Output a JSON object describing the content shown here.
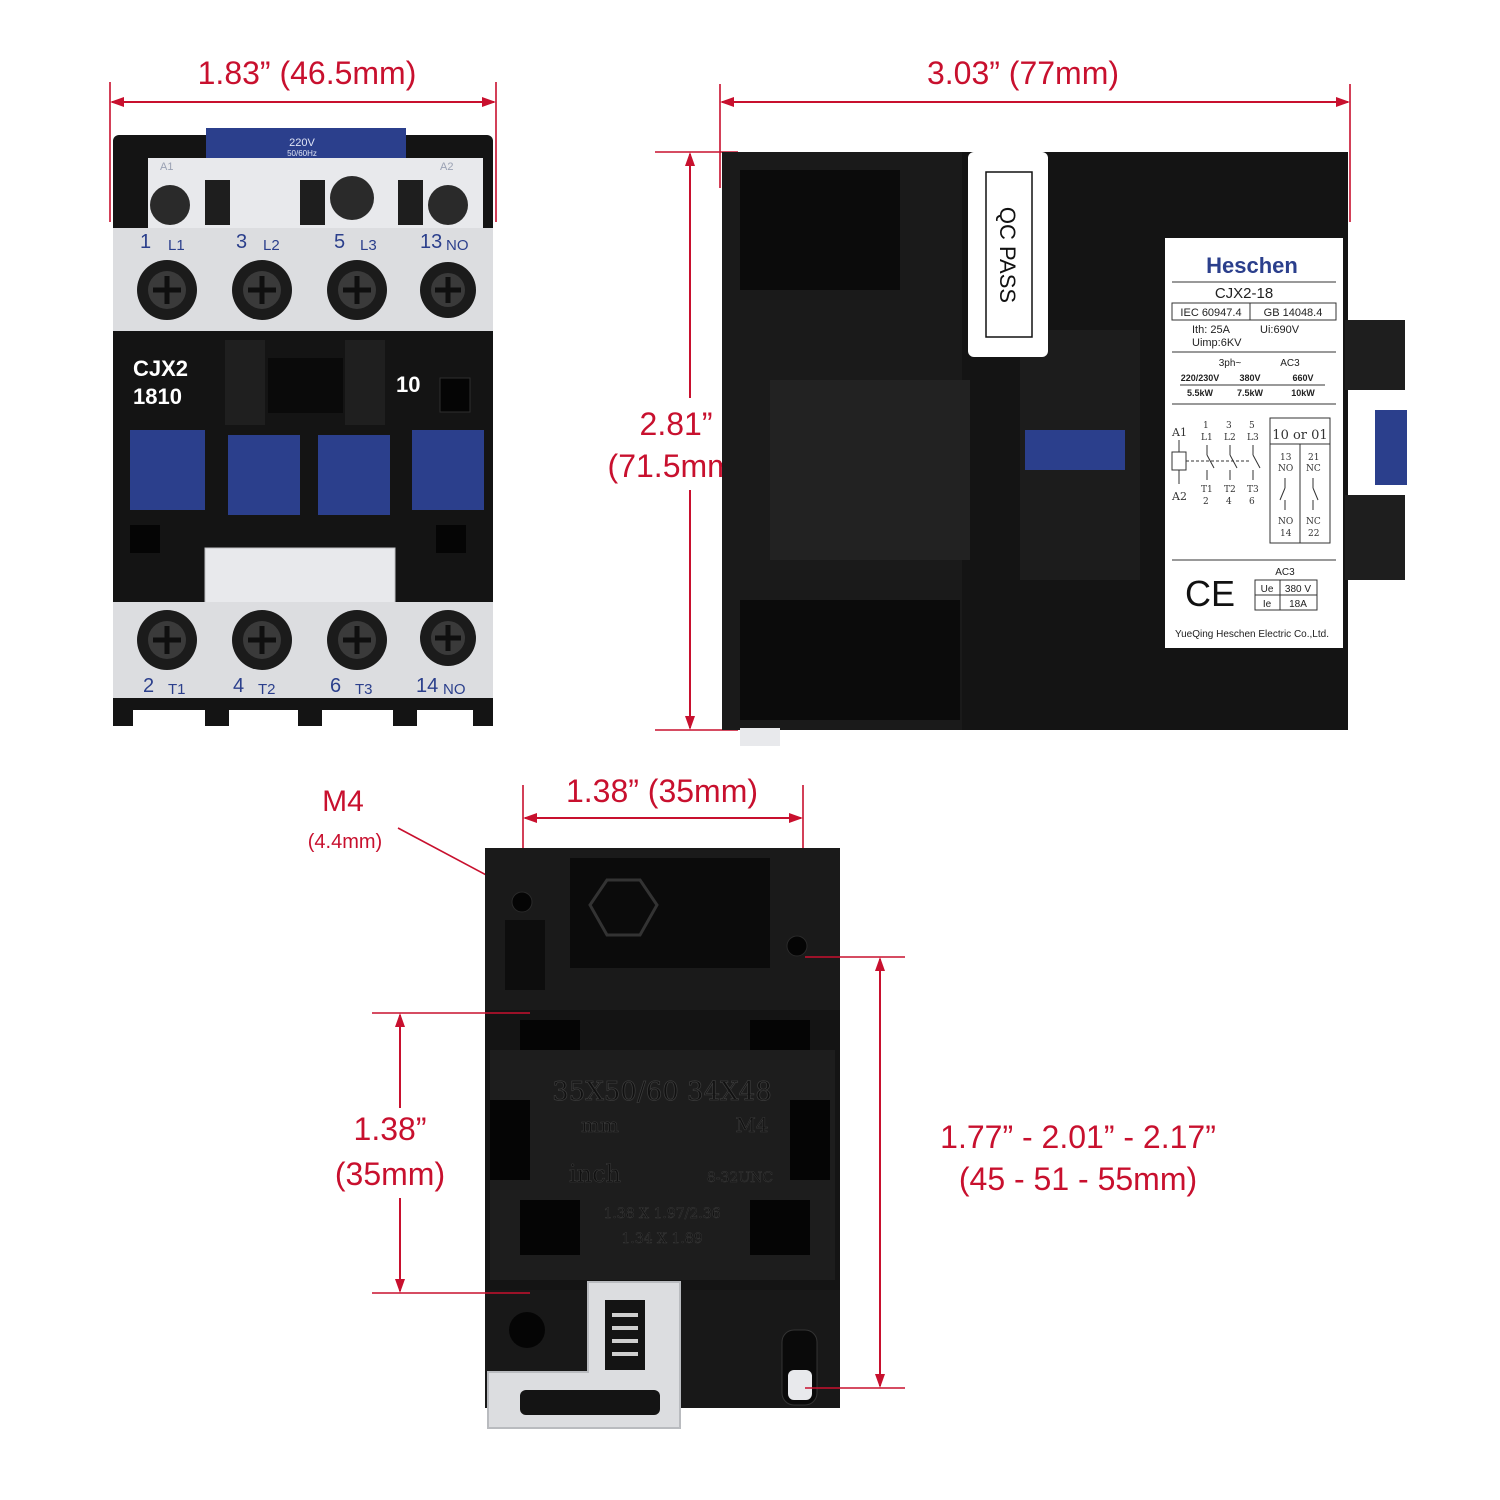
{
  "dimensions": {
    "front_width": "1.83” (46.5mm)",
    "side_width": "3.03” (77mm)",
    "side_height_in": "2.81”",
    "side_height_mm": "(71.5mm)",
    "bottom_hole_spacing": "1.38” (35mm)",
    "screw_size": "M4",
    "screw_diameter": "(4.4mm)",
    "bottom_height_in": "1.38”",
    "bottom_height_mm": "(35mm)",
    "rail_range_in": "1.77” - 2.01” - 2.17”",
    "rail_range_mm": "(45 - 51 - 55mm)"
  },
  "front_view": {
    "coil_label_voltage": "220V",
    "coil_label_freq": "50/60Hz",
    "coil_terminal_left": "A1",
    "coil_terminal_right": "A2",
    "top_terminals": [
      {
        "num": "1",
        "name": "L1"
      },
      {
        "num": "3",
        "name": "L2"
      },
      {
        "num": "5",
        "name": "L3"
      },
      {
        "num": "13",
        "name": "NO"
      }
    ],
    "bottom_terminals": [
      {
        "num": "2",
        "name": "T1"
      },
      {
        "num": "4",
        "name": "T2"
      },
      {
        "num": "6",
        "name": "T3"
      },
      {
        "num": "14",
        "name": "NO"
      }
    ],
    "model_line1": "CJX2",
    "model_line2": "1810",
    "aux_code": "10"
  },
  "side_view": {
    "qc_sticker": "QC PASS",
    "brand": "Heschen",
    "model": "CJX2-18",
    "std1": "IEC 60947.4",
    "std2": "GB 14048.4",
    "ith": "Ith: 25A",
    "ui": "Ui:690V",
    "uimp": "Uimp:6KV",
    "phase": "3ph~",
    "category": "AC3",
    "ratings": [
      {
        "voltage": "220/230V",
        "power": "5.5kW"
      },
      {
        "voltage": "380V",
        "power": "7.5kW"
      },
      {
        "voltage": "660V",
        "power": "10kW"
      }
    ],
    "aux_title": "10 or 01",
    "ce": "CE",
    "ac3_table_title": "AC3",
    "ue_label": "Ue",
    "ue_value": "380 V",
    "ie_label": "Ie",
    "ie_value": "18A",
    "manufacturer": "YueQing Heschen Electric Co.,Ltd."
  },
  "bottom_view": {
    "mold_text_1": "35X50/60  34X48",
    "mold_text_2": "mm",
    "mold_text_3": "M4",
    "mold_text_4": "inch",
    "mold_text_5": "8-32UNC",
    "mold_text_6": "1.38 X 1.97/2.36",
    "mold_text_7": "1.34  X  1.89"
  },
  "colors": {
    "dimension": "#c8102e",
    "terminal_blue": "#2b3f8c",
    "body_black": "#141414",
    "housing_grey": "#dcdde0"
  }
}
